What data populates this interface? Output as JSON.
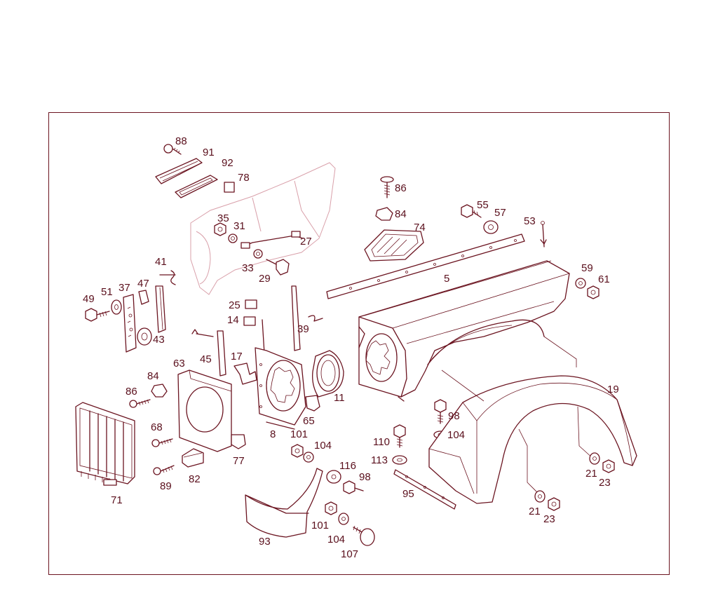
{
  "colors": {
    "line": "#6b1420",
    "ghost": "#d9a0aa",
    "text": "#5a0f1c",
    "background": "#ffffff"
  },
  "labels": {
    "p88": "88",
    "p91": "91",
    "p92": "92",
    "p78": "78",
    "p86a": "86",
    "p84a": "84",
    "p74": "74",
    "p55": "55",
    "p57": "57",
    "p53": "53",
    "p35": "35",
    "p31": "31",
    "p27": "27",
    "p33": "33",
    "p29": "29",
    "p5": "5",
    "p59": "59",
    "p61": "61",
    "p41": "41",
    "p49": "49",
    "p51": "51",
    "p37": "37",
    "p47": "47",
    "p43": "43",
    "p25": "25",
    "p14": "14",
    "p39": "39",
    "p45": "45",
    "p17": "17",
    "p63": "63",
    "p84b": "84",
    "p86b": "86",
    "p8": "8",
    "p11": "11",
    "p19": "19",
    "p65": "65",
    "p68": "68",
    "p98a": "98",
    "p104a": "104",
    "p110": "110",
    "p113": "113",
    "p101a": "101",
    "p104b": "104",
    "p77": "77",
    "p82": "82",
    "p89": "89",
    "p116": "116",
    "p98b": "98",
    "p21a": "21",
    "p23a": "23",
    "p71": "71",
    "p95": "95",
    "p21b": "21",
    "p23b": "23",
    "p101b": "101",
    "p104c": "104",
    "p93": "93",
    "p107": "107"
  }
}
